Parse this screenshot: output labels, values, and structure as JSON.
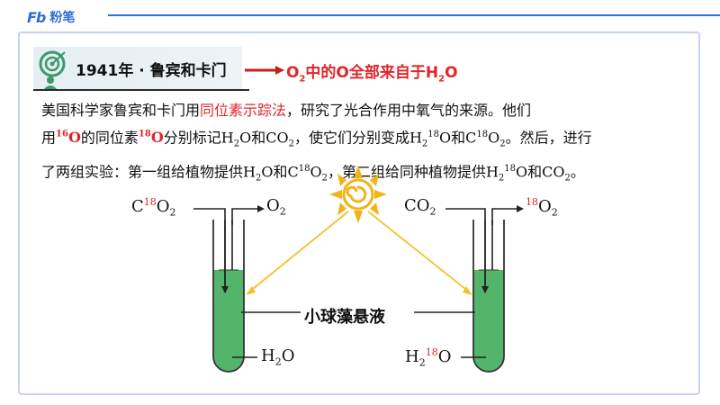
{
  "brand": {
    "mark": "Fb",
    "name": "粉笔"
  },
  "heading": {
    "title": "1941年 · 鲁宾和卡门",
    "result_prefix": "O",
    "result_sub": "2",
    "result_mid": "中的O全部来自于H",
    "result_sub2": "2",
    "result_end": "O"
  },
  "paragraph": {
    "l1_a": "美国科学家鲁宾和卡门用",
    "l1_hl": "同位素示踪法",
    "l1_b": "，研究了光合作用中氧气的来源。他们",
    "l2_a": "用",
    "l2_iso1_sup": "16",
    "l2_iso1": "O",
    "l2_b": "的同位素",
    "l2_iso2_sup": "18",
    "l2_iso2": "O",
    "l2_c": "分别标记H",
    "l2_c_sub": "2",
    "l2_d": "O和CO",
    "l2_d_sub": "2",
    "l2_e": "，使它们分别变成H",
    "l2_e_sub": "2",
    "l2_e_sup": "18",
    "l2_f": "O和C",
    "l2_f_sup": "18",
    "l2_g": "O",
    "l2_g_sub": "2",
    "l2_h": "。然后，进行",
    "l3_a": "了两组实验：第一组给植物提供H",
    "l3_a_sub": "2",
    "l3_b": "O和C",
    "l3_b_sup": "18",
    "l3_c": "O",
    "l3_c_sub": "2",
    "l3_d": "，第二组给同种植物提供H",
    "l3_d_sub": "2",
    "l3_d_sup": "18",
    "l3_e": "O和CO",
    "l3_e_sub": "2",
    "l3_f": "。"
  },
  "diagram": {
    "left_in": {
      "a": "C",
      "sup": "18",
      "b": "O",
      "sub": "2"
    },
    "left_out": {
      "a": "O",
      "sub": "2"
    },
    "right_in": {
      "a": "CO",
      "sub": "2"
    },
    "right_out": {
      "sup": "18",
      "a": "O",
      "sub": "2"
    },
    "left_water": {
      "a": "H",
      "sub": "2",
      "b": "O"
    },
    "right_water": {
      "a": "H",
      "sub": "2",
      "sup": "18",
      "b": "O"
    },
    "center_label": "小球藻悬液"
  },
  "colors": {
    "accent_blue": "#2f6fd6",
    "highlight_red": "#e0262a",
    "liquid_green": "#52b56b",
    "sun_yellow": "#f2b316"
  }
}
